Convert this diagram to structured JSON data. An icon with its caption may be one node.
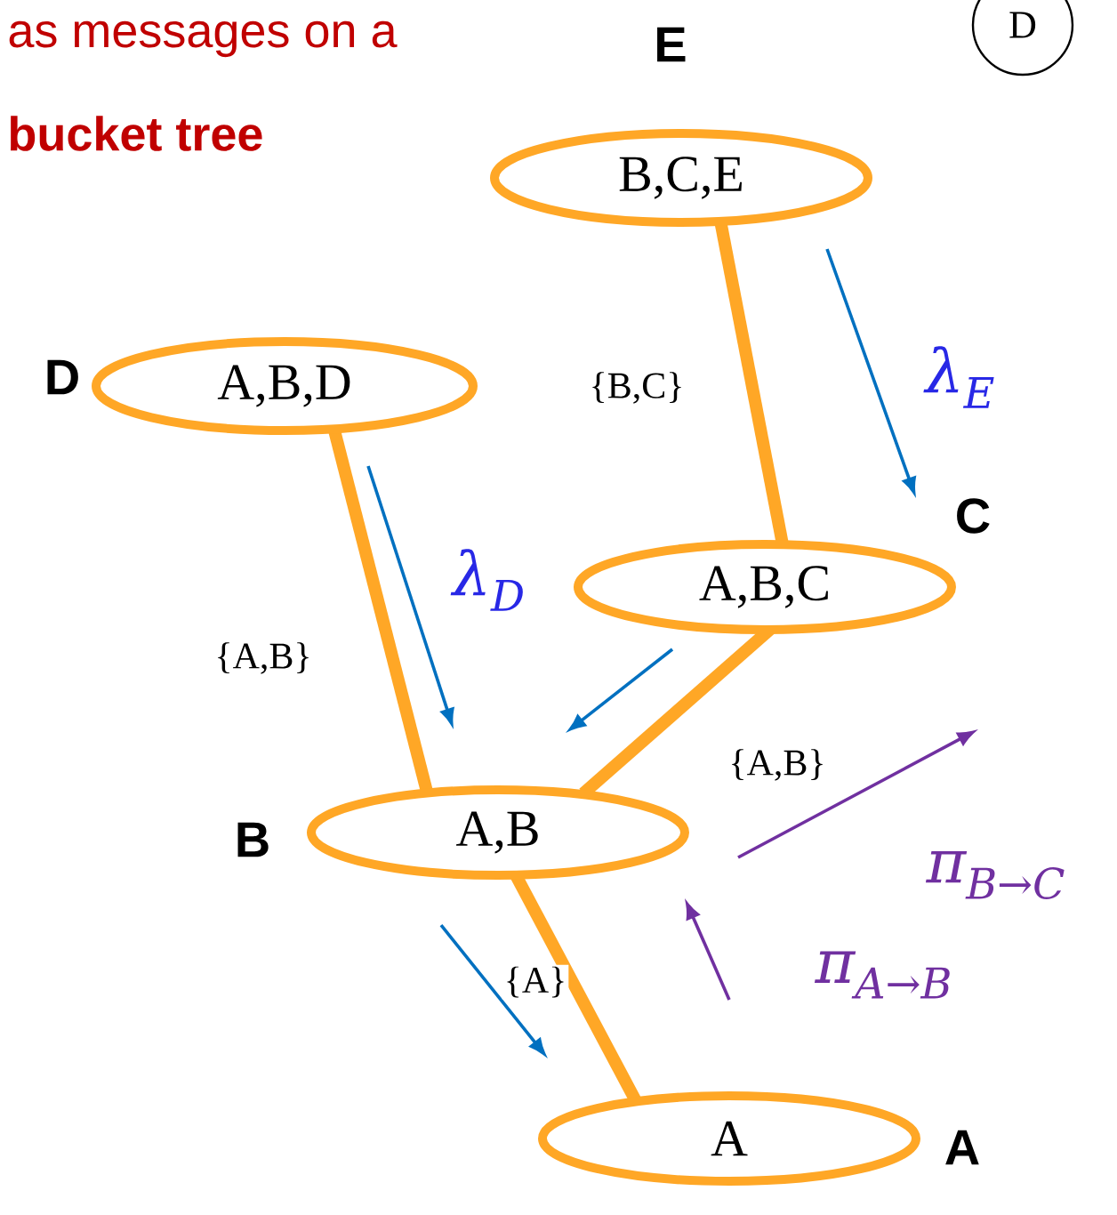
{
  "diagram": {
    "nodes": [
      {
        "text": [
          "B,C,E"
        ],
        "beside": [
          "E"
        ]
      },
      {
        "text": [
          "A,B,D"
        ],
        "beside": [
          "D"
        ]
      },
      {
        "text": [
          "A,B,C"
        ],
        "beside": [
          "C"
        ]
      },
      {
        "text": [
          "A,B"
        ],
        "beside": [
          "B"
        ]
      },
      {
        "text": [
          "A"
        ],
        "beside": [
          "A"
        ]
      },
      {
        "text": [
          "D"
        ]
      }
    ],
    "edges": [
      {
        "from": 0,
        "to": 2,
        "arrow": "none",
        "style": "thick",
        "label": "{B,C}"
      },
      {
        "from": 1,
        "to": 3,
        "arrow": "none",
        "style": "thick",
        "label": "{A,B}"
      },
      {
        "from": 2,
        "to": 3,
        "arrow": "none",
        "style": "thick",
        "label": "{A,B}"
      },
      {
        "from": 3,
        "to": 4,
        "arrow": "none",
        "style": "thick",
        "label": "{A}"
      },
      {
        "from": 0,
        "to": 2,
        "arrow": "to",
        "color": "#0070c0",
        "label": "λ$_{E}$"
      },
      {
        "from": 1,
        "to": 3,
        "arrow": "to",
        "color": "#0070c0",
        "label": "λ$_{D}$"
      },
      {
        "from": 2,
        "to": 3,
        "arrow": "to",
        "color": "#0070c0"
      },
      {
        "from": 3,
        "to": 4,
        "arrow": "to",
        "color": "#0070c0"
      },
      {
        "from": 4,
        "to": 3,
        "arrow": "to",
        "color": "#7030a0",
        "label": "π$_{A→B}$"
      },
      {
        "from": 3,
        "to": null,
        "arrow": "to",
        "color": "#7030a0",
        "label": "π$_{B→C}$"
      }
    ],
    "labels": [
      "as messages on a",
      "bucket tree"
    ]
  }
}
